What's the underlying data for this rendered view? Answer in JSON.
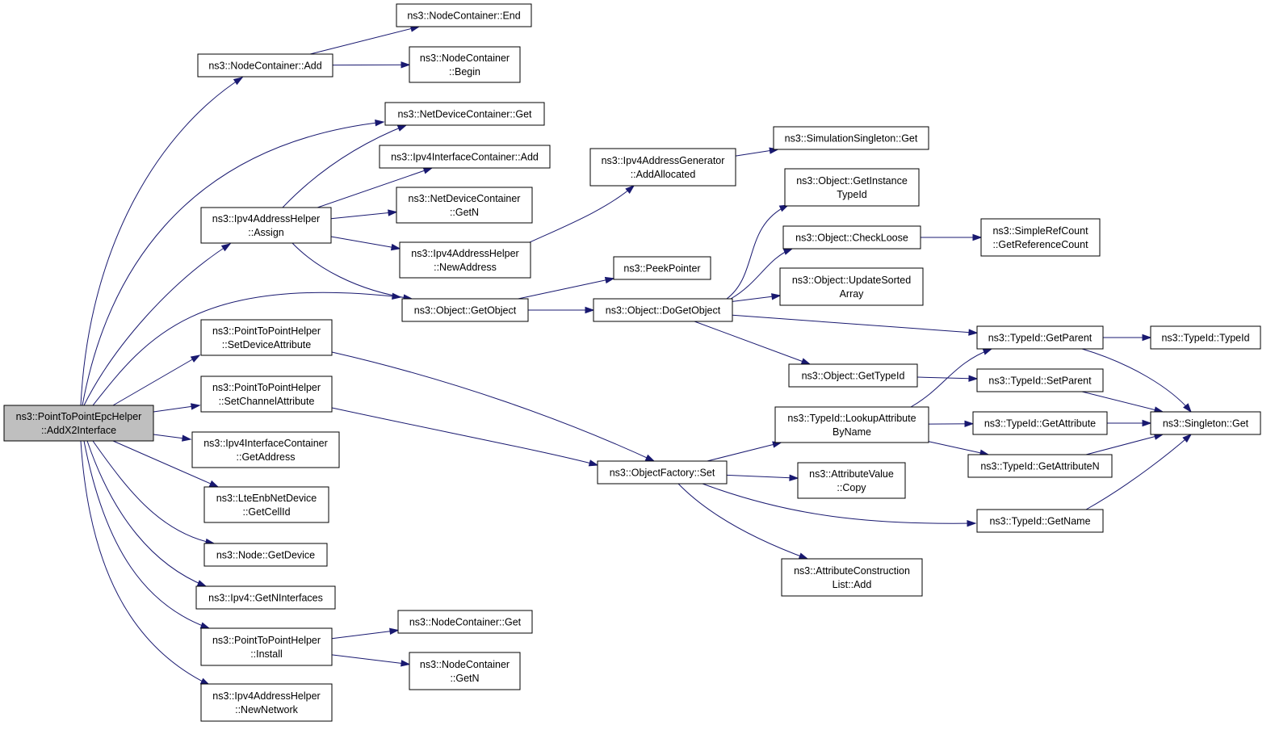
{
  "nodes": [
    {
      "id": "root",
      "lines": [
        "ns3::PointToPointEpcHelper",
        "::AddX2Interface"
      ]
    },
    {
      "id": "nc_add",
      "lines": [
        "ns3::NodeContainer::Add"
      ]
    },
    {
      "id": "nc_end",
      "lines": [
        "ns3::NodeContainer::End"
      ]
    },
    {
      "id": "nc_begin",
      "lines": [
        "ns3::NodeContainer",
        "::Begin"
      ]
    },
    {
      "id": "ndc_get",
      "lines": [
        "ns3::NetDeviceContainer::Get"
      ]
    },
    {
      "id": "iic_add",
      "lines": [
        "ns3::Ipv4InterfaceContainer::Add"
      ]
    },
    {
      "id": "ndc_getn",
      "lines": [
        "ns3::NetDeviceContainer",
        "::GetN"
      ]
    },
    {
      "id": "iah_assign",
      "lines": [
        "ns3::Ipv4AddressHelper",
        "::Assign"
      ]
    },
    {
      "id": "iah_newaddr",
      "lines": [
        "ns3::Ipv4AddressHelper",
        "::NewAddress"
      ]
    },
    {
      "id": "iag_alloc",
      "lines": [
        "ns3::Ipv4AddressGenerator",
        "::AddAllocated"
      ]
    },
    {
      "id": "ss_get",
      "lines": [
        "ns3::SimulationSingleton::Get"
      ]
    },
    {
      "id": "peek",
      "lines": [
        "ns3::PeekPointer"
      ]
    },
    {
      "id": "obj_getobj",
      "lines": [
        "ns3::Object::GetObject"
      ]
    },
    {
      "id": "obj_dogetobj",
      "lines": [
        "ns3::Object::DoGetObject"
      ]
    },
    {
      "id": "obj_getinst",
      "lines": [
        "ns3::Object::GetInstance",
        "TypeId"
      ]
    },
    {
      "id": "obj_check",
      "lines": [
        "ns3::Object::CheckLoose"
      ]
    },
    {
      "id": "src_getref",
      "lines": [
        "ns3::SimpleRefCount",
        "::GetReferenceCount"
      ]
    },
    {
      "id": "obj_update",
      "lines": [
        "ns3::Object::UpdateSorted",
        "Array"
      ]
    },
    {
      "id": "p2p_setdev",
      "lines": [
        "ns3::PointToPointHelper",
        "::SetDeviceAttribute"
      ]
    },
    {
      "id": "p2p_setchan",
      "lines": [
        "ns3::PointToPointHelper",
        "::SetChannelAttribute"
      ]
    },
    {
      "id": "iic_getaddr",
      "lines": [
        "ns3::Ipv4InterfaceContainer",
        "::GetAddress"
      ]
    },
    {
      "id": "lte_cellid",
      "lines": [
        "ns3::LteEnbNetDevice",
        "::GetCellId"
      ]
    },
    {
      "id": "node_getdev",
      "lines": [
        "ns3::Node::GetDevice"
      ]
    },
    {
      "id": "ipv4_getn",
      "lines": [
        "ns3::Ipv4::GetNInterfaces"
      ]
    },
    {
      "id": "p2p_install",
      "lines": [
        "ns3::PointToPointHelper",
        "::Install"
      ]
    },
    {
      "id": "nc_get",
      "lines": [
        "ns3::NodeContainer::Get"
      ]
    },
    {
      "id": "nc_getn",
      "lines": [
        "ns3::NodeContainer",
        "::GetN"
      ]
    },
    {
      "id": "iah_newnet",
      "lines": [
        "ns3::Ipv4AddressHelper",
        "::NewNetwork"
      ]
    },
    {
      "id": "of_set",
      "lines": [
        "ns3::ObjectFactory::Set"
      ]
    },
    {
      "id": "tid_lookup",
      "lines": [
        "ns3::TypeId::LookupAttribute",
        "ByName"
      ]
    },
    {
      "id": "av_copy",
      "lines": [
        "ns3::AttributeValue",
        "::Copy"
      ]
    },
    {
      "id": "acl_add",
      "lines": [
        "ns3::AttributeConstruction",
        "List::Add"
      ]
    },
    {
      "id": "obj_gettid",
      "lines": [
        "ns3::Object::GetTypeId"
      ]
    },
    {
      "id": "tid_getparent",
      "lines": [
        "ns3::TypeId::GetParent"
      ]
    },
    {
      "id": "tid_setparent",
      "lines": [
        "ns3::TypeId::SetParent"
      ]
    },
    {
      "id": "tid_getattr",
      "lines": [
        "ns3::TypeId::GetAttribute"
      ]
    },
    {
      "id": "tid_getattrn",
      "lines": [
        "ns3::TypeId::GetAttributeN"
      ]
    },
    {
      "id": "tid_getname",
      "lines": [
        "ns3::TypeId::GetName"
      ]
    },
    {
      "id": "tid_typeid",
      "lines": [
        "ns3::TypeId::TypeId"
      ]
    },
    {
      "id": "singleton_get",
      "lines": [
        "ns3::Singleton::Get"
      ]
    }
  ],
  "edges": [
    [
      "root",
      "nc_add"
    ],
    [
      "root",
      "ndc_get"
    ],
    [
      "root",
      "iah_assign"
    ],
    [
      "root",
      "obj_getobj"
    ],
    [
      "root",
      "p2p_setdev"
    ],
    [
      "root",
      "p2p_setchan"
    ],
    [
      "root",
      "iic_getaddr"
    ],
    [
      "root",
      "lte_cellid"
    ],
    [
      "root",
      "node_getdev"
    ],
    [
      "root",
      "ipv4_getn"
    ],
    [
      "root",
      "p2p_install"
    ],
    [
      "root",
      "iah_newnet"
    ],
    [
      "nc_add",
      "nc_end"
    ],
    [
      "nc_add",
      "nc_begin"
    ],
    [
      "iah_assign",
      "ndc_get"
    ],
    [
      "iah_assign",
      "iic_add"
    ],
    [
      "iah_assign",
      "ndc_getn"
    ],
    [
      "iah_assign",
      "iah_newaddr"
    ],
    [
      "iah_assign",
      "obj_getobj"
    ],
    [
      "iah_newaddr",
      "iag_alloc"
    ],
    [
      "iag_alloc",
      "ss_get"
    ],
    [
      "obj_getobj",
      "peek"
    ],
    [
      "obj_getobj",
      "obj_dogetobj"
    ],
    [
      "obj_dogetobj",
      "obj_getinst"
    ],
    [
      "obj_dogetobj",
      "obj_check"
    ],
    [
      "obj_dogetobj",
      "obj_update"
    ],
    [
      "obj_dogetobj",
      "tid_getparent"
    ],
    [
      "obj_dogetobj",
      "obj_gettid"
    ],
    [
      "obj_check",
      "src_getref"
    ],
    [
      "p2p_setdev",
      "of_set"
    ],
    [
      "p2p_setchan",
      "of_set"
    ],
    [
      "p2p_install",
      "nc_get"
    ],
    [
      "p2p_install",
      "nc_getn"
    ],
    [
      "of_set",
      "tid_lookup"
    ],
    [
      "of_set",
      "av_copy"
    ],
    [
      "of_set",
      "acl_add"
    ],
    [
      "of_set",
      "tid_getname"
    ],
    [
      "tid_lookup",
      "tid_getparent"
    ],
    [
      "tid_lookup",
      "tid_getattr"
    ],
    [
      "tid_lookup",
      "tid_getattrn"
    ],
    [
      "obj_gettid",
      "tid_setparent"
    ],
    [
      "tid_getparent",
      "tid_typeid"
    ],
    [
      "tid_getparent",
      "singleton_get"
    ],
    [
      "tid_setparent",
      "singleton_get"
    ],
    [
      "tid_getattr",
      "singleton_get"
    ],
    [
      "tid_getattrn",
      "singleton_get"
    ],
    [
      "tid_getname",
      "singleton_get"
    ]
  ]
}
